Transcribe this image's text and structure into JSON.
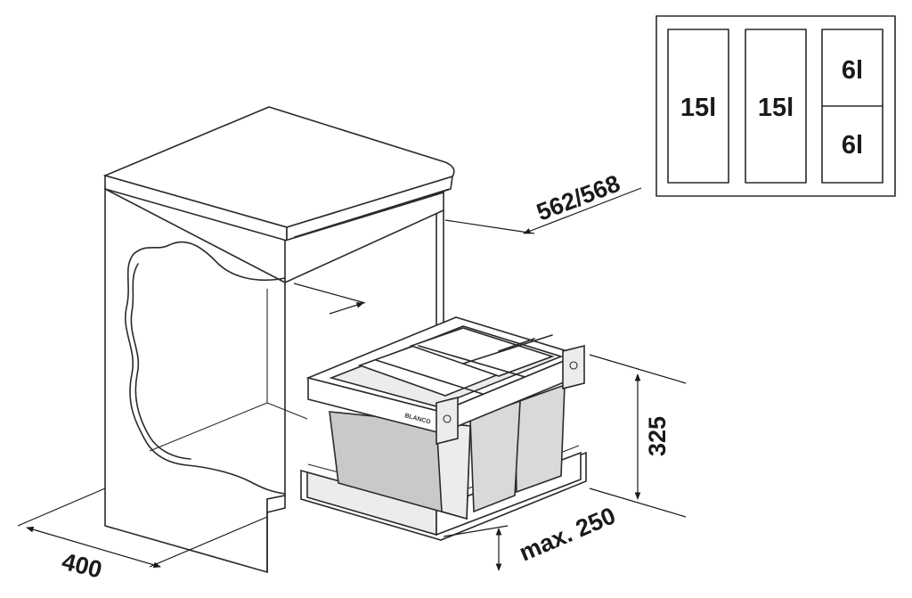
{
  "dimensions": {
    "depth": "562/568",
    "width": "400",
    "height": "325",
    "clearance": "max. 250"
  },
  "capacity_legend": {
    "compartments": [
      "15l",
      "15l",
      "6l",
      "6l"
    ]
  },
  "brand_label": "BLANCO"
}
